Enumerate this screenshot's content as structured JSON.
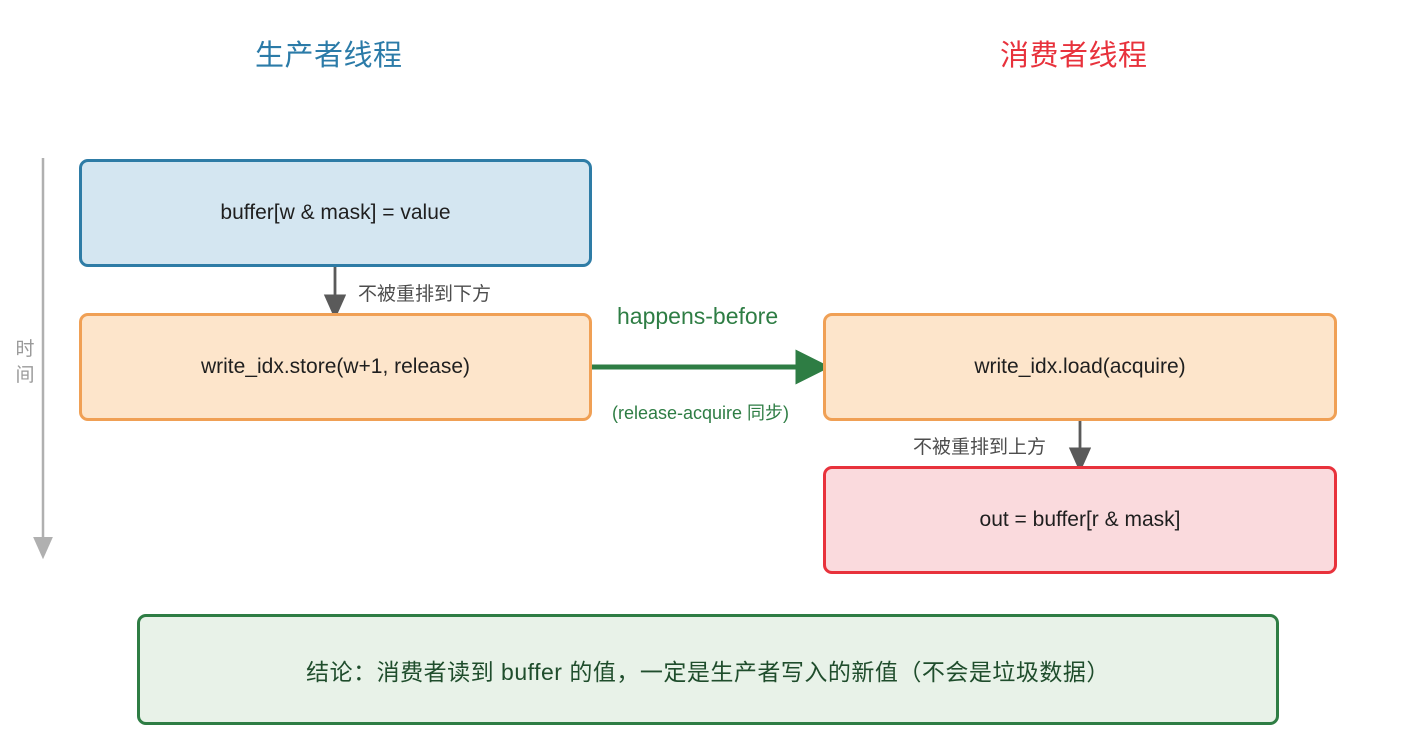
{
  "titles": {
    "producer": "生产者线程",
    "consumer": "消费者线程",
    "producer_color": "#2b7ba8",
    "consumer_color": "#e8323c"
  },
  "time_axis": {
    "label": "时间",
    "icon": "down-arrow-icon",
    "color": "#9a9a9a"
  },
  "boxes": {
    "buffer_write": {
      "text": "buffer[w & mask] = value",
      "fill": "#d4e6f1",
      "border": "#2e7ca6"
    },
    "store_release": {
      "text": "write_idx.store(w+1, release)",
      "fill": "#fde5cb",
      "border": "#f0a055"
    },
    "load_acquire": {
      "text": "write_idx.load(acquire)",
      "fill": "#fde5cb",
      "border": "#f0a055"
    },
    "buffer_read": {
      "text": "out = buffer[r & mask]",
      "fill": "#fadadd",
      "border": "#e8323c"
    },
    "conclusion": {
      "text": "结论：消费者读到 buffer 的值，一定是生产者写入的新值（不会是垃圾数据）",
      "fill": "#e8f2e8",
      "border": "#2e7d44"
    }
  },
  "edges": {
    "no_reorder_down": {
      "label": "不被重排到下方",
      "color": "#4d4d4d"
    },
    "no_reorder_up": {
      "label": "不被重排到上方",
      "color": "#4d4d4d"
    },
    "happens_before": {
      "label": "happens-before",
      "sublabel": "(release-acquire 同步)",
      "color": "#2e7d44"
    }
  }
}
